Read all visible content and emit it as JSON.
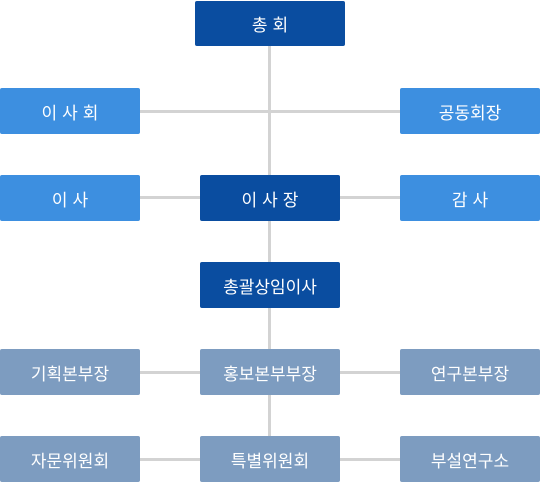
{
  "colors": {
    "dark_blue": "#0a4da0",
    "light_blue": "#3d8fe0",
    "slate_blue": "#7d9cc0",
    "connector": "#d3d3d3"
  },
  "chart": {
    "general_assembly": "총회",
    "board_of_directors": "이사회",
    "co_chairs": "공동회장",
    "directors": "이사",
    "chairman": "이사장",
    "auditor": "감사",
    "general_executive_director": "총괄상임이사",
    "planning_director": "기획본부장",
    "pr_director": "홍보본부부장",
    "research_director": "연구본부장",
    "advisory_committee": "자문위원회",
    "special_committee": "특별위원회",
    "affiliated_institute": "부설연구소"
  }
}
